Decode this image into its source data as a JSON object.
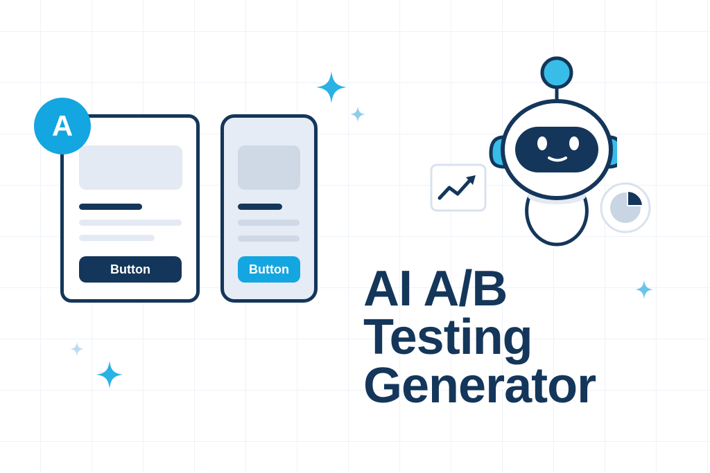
{
  "title": {
    "line1": "AI A/B",
    "line2": "Testing",
    "line3": "Generator"
  },
  "variant_a": {
    "badge": "A",
    "button_label": "Button",
    "button_color": "#14365a"
  },
  "variant_b": {
    "button_label": "Button",
    "button_color": "#14a6e0"
  },
  "icons": {
    "robot": "robot-mascot-icon",
    "trend": "trending-up-chart-icon",
    "pie": "pie-chart-icon",
    "sparkles": "sparkle-icon"
  },
  "colors": {
    "navy": "#14365a",
    "accent": "#14a6e0",
    "light_accent": "#3bb8e8",
    "placeholder": "#e3eaf3",
    "placeholder_dark": "#cfd9e6",
    "grid": "#eef2f8"
  }
}
